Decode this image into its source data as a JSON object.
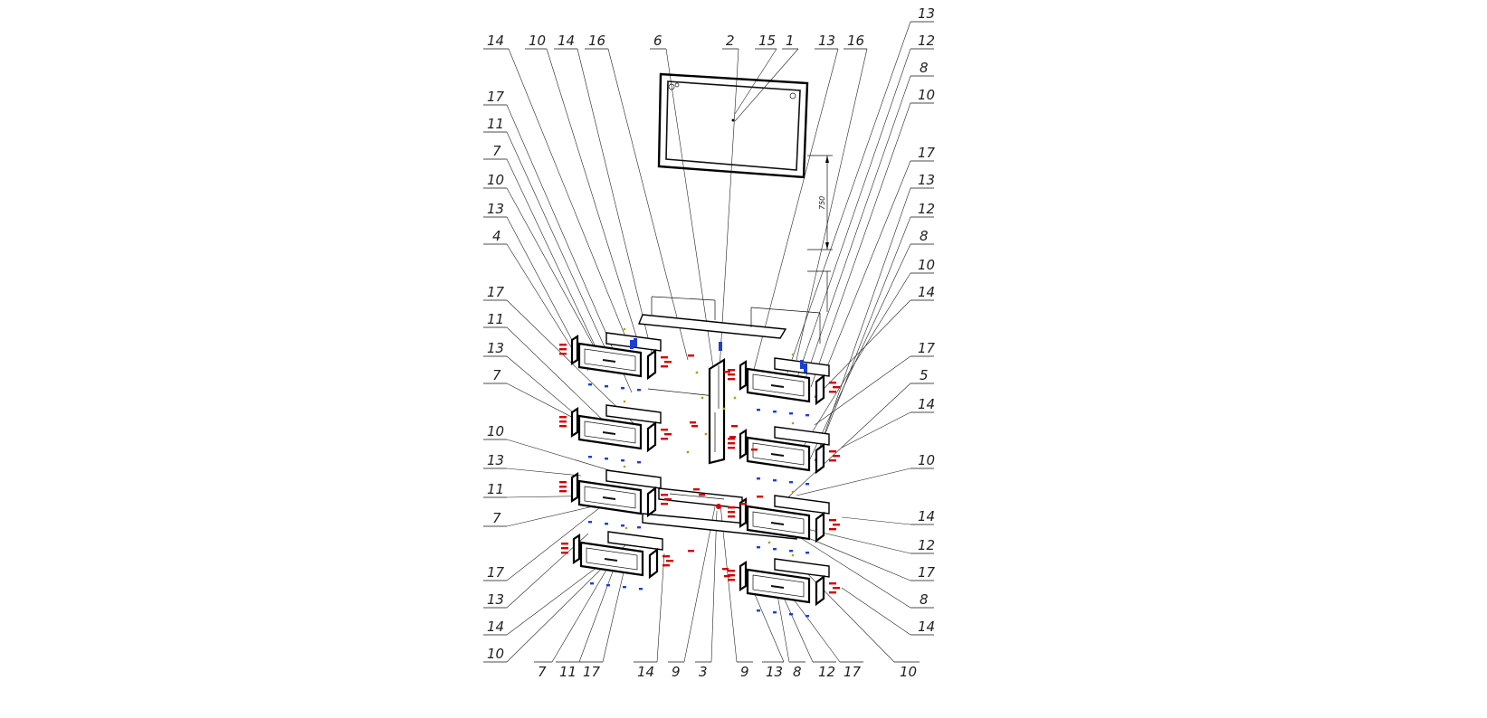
{
  "diagram": {
    "dimension_text": "750",
    "callouts_top": [
      "14",
      "10",
      "14",
      "16",
      "6",
      "2",
      "15",
      "1",
      "13",
      "16"
    ],
    "callouts_right": [
      "13",
      "12",
      "8",
      "10",
      "17",
      "13",
      "12",
      "8",
      "10",
      "14",
      "17",
      "5",
      "14",
      "10",
      "14",
      "12",
      "17",
      "8",
      "14"
    ],
    "callouts_left": [
      "17",
      "11",
      "7",
      "10",
      "13",
      "4",
      "17",
      "11",
      "13",
      "7",
      "10",
      "13",
      "11",
      "7",
      "17",
      "13",
      "14",
      "10"
    ],
    "callouts_bottom": [
      "7",
      "11",
      "17",
      "14",
      "9",
      "3",
      "9",
      "13",
      "8",
      "12",
      "17",
      "10"
    ]
  },
  "colors": {
    "line": "#000000",
    "hardware_red": "#d40000",
    "hardware_blue": "#1a3fd6",
    "hardware_gold": "#b89a20"
  }
}
